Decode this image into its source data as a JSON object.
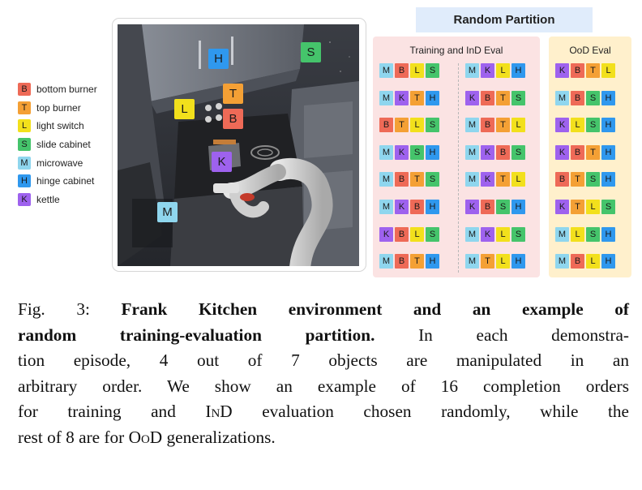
{
  "colors": {
    "B": "#ee6a57",
    "T": "#f4a035",
    "L": "#f2e01c",
    "S": "#45c46b",
    "M": "#8fd6ee",
    "H": "#2f98ee",
    "K": "#9e62ee"
  },
  "legend": [
    {
      "code": "B",
      "label": "bottom burner"
    },
    {
      "code": "T",
      "label": "top burner"
    },
    {
      "code": "L",
      "label": "light switch"
    },
    {
      "code": "S",
      "label": "slide cabinet"
    },
    {
      "code": "M",
      "label": "microwave"
    },
    {
      "code": "H",
      "label": "hinge cabinet"
    },
    {
      "code": "K",
      "label": "kettle"
    }
  ],
  "scene_labels": [
    {
      "code": "H"
    },
    {
      "code": "S"
    },
    {
      "code": "T"
    },
    {
      "code": "L"
    },
    {
      "code": "B"
    },
    {
      "code": "K"
    },
    {
      "code": "M"
    }
  ],
  "partition": {
    "title": "Random Partition",
    "train_title": "Training and InD Eval",
    "ood_title": "OoD Eval",
    "train_left": [
      "MBLS",
      "MKTH",
      "BTLS",
      "MKSH",
      "MBTS",
      "MKBH",
      "KBLS",
      "MBTH"
    ],
    "train_right": [
      "MKLH",
      "KBTS",
      "MBTL",
      "MKBS",
      "MKTL",
      "KBSH",
      "MKLS",
      "MTLH"
    ],
    "ood": [
      "KBTL",
      "MBSH",
      "KLSH",
      "KBTH",
      "BTSH",
      "KTLS",
      "MLSH",
      "MBLH"
    ]
  },
  "caption": {
    "fig_label": "Fig. 3:",
    "title_part1": "Frank Kitchen environment and an example of",
    "title_part2": "random training-evaluation partition.",
    "text1": "In each demonstra-",
    "line3": "tion episode, 4 out of 7 objects are manipulated in an",
    "line4": "arbitrary order. We show an example of 16 completion orders",
    "line5a": "for training and",
    "ind": "InD",
    "line5b": "evaluation chosen randomly, while the",
    "line6a": "rest of 8 are for",
    "ood": "OoD",
    "line6b": "generalizations."
  }
}
